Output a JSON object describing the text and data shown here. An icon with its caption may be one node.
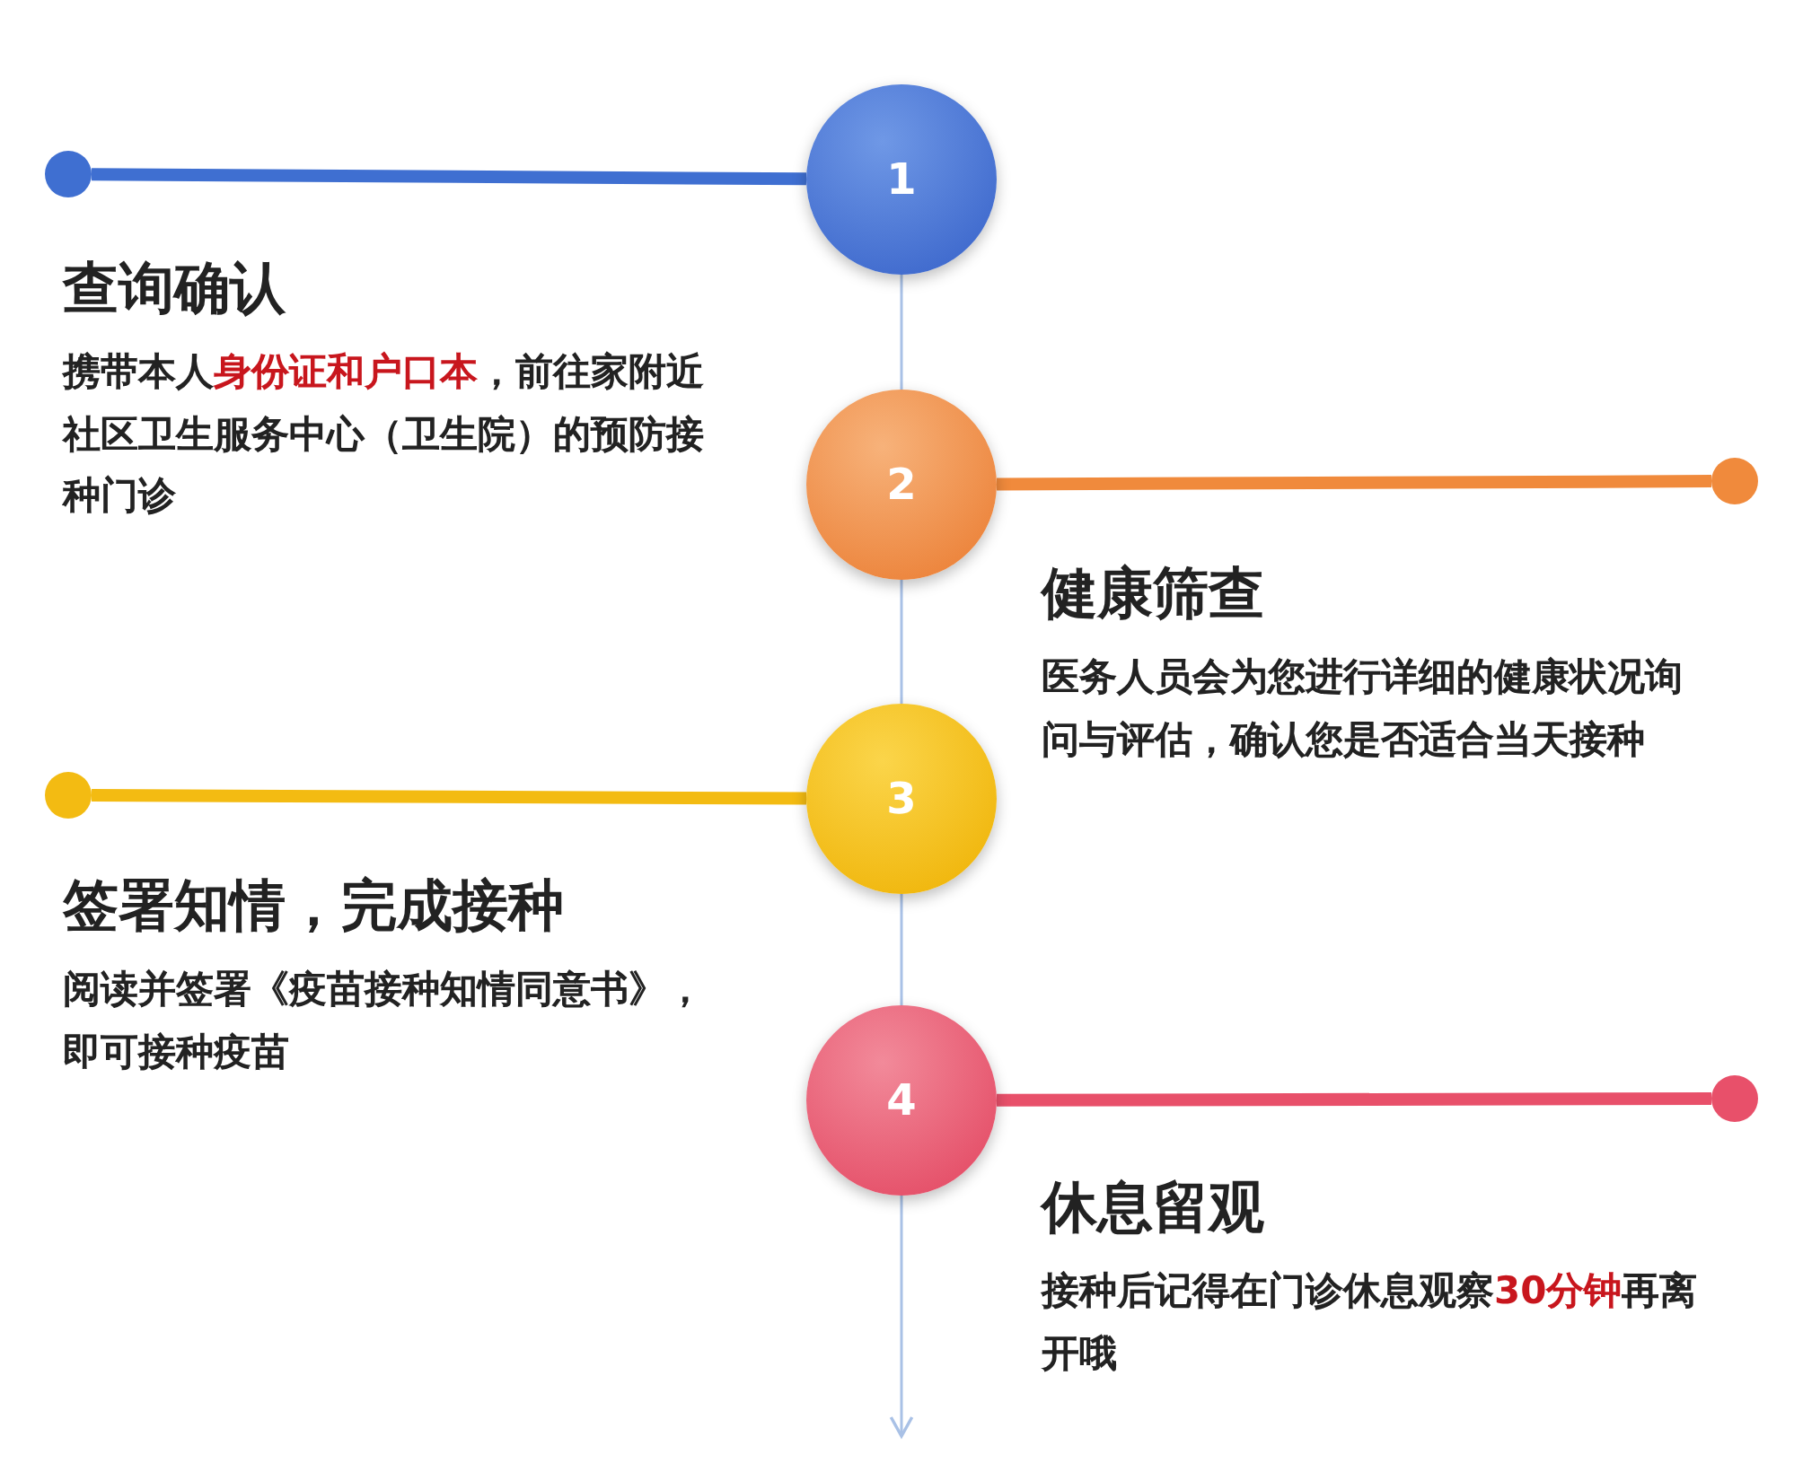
{
  "diagram": {
    "nodes": [
      {
        "text": [],
        "shape": "circle"
      },
      {
        "text": [
          "1"
        ],
        "beside": [
          "查询确认",
          "携带本人**身份证和户口本**，前往家附近社区卫生服务中心（卫生院）的预防接种门诊"
        ]
      },
      {
        "text": [
          "2"
        ],
        "beside": [
          "健康筛查",
          "医务人员会为您进行详细的健康状况询问与评估，确认您是否适合当天接种"
        ]
      },
      {
        "text": [],
        "shape": "circle"
      },
      {
        "text": [],
        "shape": "circle"
      },
      {
        "text": [
          "3"
        ],
        "beside": [
          "签署知情，完成接种",
          "阅读并签署《疫苗接种知情同意书》，即可接种疫苗"
        ]
      },
      {
        "text": [
          "4"
        ],
        "beside": [
          "休息留观",
          "接种后记得在门诊休息观察**30分钟**再离开哦"
        ]
      },
      {
        "text": [],
        "shape": "circle"
      }
    ],
    "edges": [
      {
        "from": 0,
        "to": 1,
        "arrow": "none",
        "style": "thick",
        "color": "#3f6fd1"
      },
      {
        "from": 1,
        "to": 2,
        "arrow": "none",
        "color": "#a9c1e6"
      },
      {
        "from": 2,
        "to": 3,
        "arrow": "none",
        "style": "thick",
        "color": "#f08a3c"
      },
      {
        "from": 2,
        "to": 5,
        "arrow": "none",
        "color": "#a9c1e6"
      },
      {
        "from": 4,
        "to": 5,
        "arrow": "none",
        "style": "thick",
        "color": "#f3bb12"
      },
      {
        "from": 5,
        "to": 6,
        "arrow": "none",
        "color": "#a9c1e6"
      },
      {
        "from": 6,
        "to": 7,
        "arrow": "none",
        "style": "thick",
        "color": "#e8506a"
      },
      {
        "from": 6,
        "to": null,
        "arrow": "to",
        "color": "#a9c1e6"
      }
    ]
  }
}
